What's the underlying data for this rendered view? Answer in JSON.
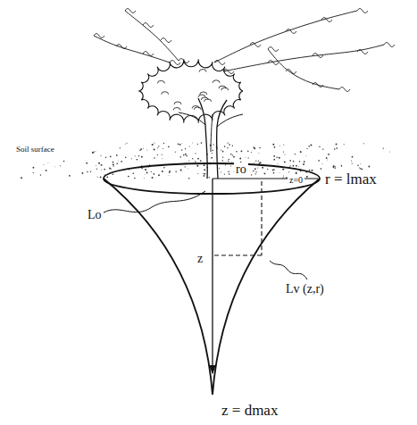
{
  "diagram": {
    "labels": [
      "Soil surface",
      "ro",
      "z=0",
      "r = lmax",
      "Lo",
      "z",
      "Lv (z,r)",
      "z = dmax"
    ]
  }
}
